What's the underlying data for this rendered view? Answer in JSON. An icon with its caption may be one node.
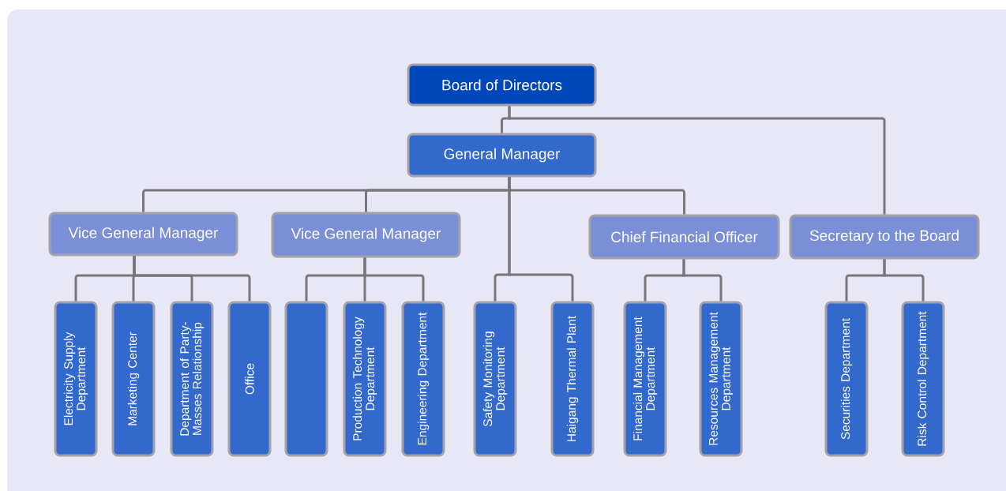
{
  "diagram": {
    "nodes": [
      {
        "text": [
          "Board of Directors"
        ]
      },
      {
        "text": [
          "General Manager"
        ]
      },
      {
        "text": [
          "Vice General Manager"
        ]
      },
      {
        "text": [
          "Vice General Manager"
        ]
      },
      {
        "text": [
          "Chief Financial Officer"
        ]
      },
      {
        "text": [
          "Secretary to the Board"
        ]
      },
      {
        "text": [
          "Electricity Supply Department"
        ]
      },
      {
        "text": [
          "Marketing Center"
        ]
      },
      {
        "text": [
          "Department of Party-Masses Relationship"
        ]
      },
      {
        "text": [
          "Office"
        ]
      },
      {
        "text": [],
        "shape": "box"
      },
      {
        "text": [
          "Production Technology Department"
        ]
      },
      {
        "text": [
          "Engineering Department"
        ]
      },
      {
        "text": [
          "Safety Monitoring Department"
        ]
      },
      {
        "text": [
          "Haigang Thermal Plant"
        ]
      },
      {
        "text": [
          "Financial Management Department"
        ]
      },
      {
        "text": [
          "Resources Management Department"
        ]
      },
      {
        "text": [
          "Securities Department"
        ]
      },
      {
        "text": [
          "Risk Control Department"
        ]
      }
    ],
    "edges": [
      {
        "from": 0,
        "to": 1,
        "arrow": "none"
      },
      {
        "from": 0,
        "to": 5,
        "arrow": "none"
      },
      {
        "from": 1,
        "to": 2,
        "arrow": "none"
      },
      {
        "from": 1,
        "to": 3,
        "arrow": "none"
      },
      {
        "from": 1,
        "to": 4,
        "arrow": "none"
      },
      {
        "from": 1,
        "to": 13,
        "arrow": "none"
      },
      {
        "from": 1,
        "to": 14,
        "arrow": "none"
      },
      {
        "from": 2,
        "to": 6,
        "arrow": "none"
      },
      {
        "from": 2,
        "to": 7,
        "arrow": "none"
      },
      {
        "from": 2,
        "to": 8,
        "arrow": "none"
      },
      {
        "from": 2,
        "to": 9,
        "arrow": "none"
      },
      {
        "from": 3,
        "to": 10,
        "arrow": "none"
      },
      {
        "from": 3,
        "to": 11,
        "arrow": "none"
      },
      {
        "from": 3,
        "to": 12,
        "arrow": "none"
      },
      {
        "from": 4,
        "to": 15,
        "arrow": "none"
      },
      {
        "from": 4,
        "to": 16,
        "arrow": "none"
      },
      {
        "from": 5,
        "to": 17,
        "arrow": "none"
      },
      {
        "from": 5,
        "to": 18,
        "arrow": "none"
      }
    ]
  }
}
